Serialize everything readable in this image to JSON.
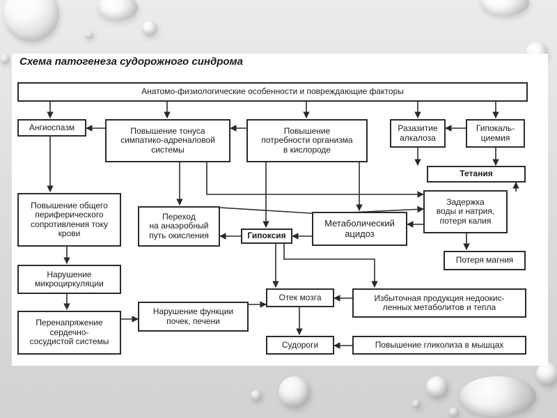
{
  "title": "Схема патогенеза судорожного синдрома",
  "nodes": {
    "top": "Анатомо-физиологические особенности и повреждающие факторы",
    "angiospasm": "Ангиоспазм",
    "sympathetic": "Повышение тонуса\nсимпатико-адреналовой\nсистемы",
    "oxygen_need": "Повышение\nпотребности организма\nв кислороде",
    "alkalosis": "Разазитие\nалкалоза",
    "hypocalcemia": "Гипокаль-\nциемия",
    "tetany": "Тетания",
    "resistance": "Повышение общего\nпериферического\nсопротивления току\nкрови",
    "anaerobic": "Переход\nна анаэробный\nпуть окисления",
    "hypoxia": "Гипоксия",
    "acidosis": "Метаболический\nацидоз",
    "water_retention": "Задержка\nводы и натрия,\nпотеря калия",
    "magnesium": "Потеря магния",
    "microcirculation": "Нарушение\nмикроциркуляции",
    "brain_edema": "Отек мозга",
    "metabolites": "Избыточная продукция недоокис-\nленных метаболитов и тепла",
    "overstrain": "Перенапряжение\nсердечно-\nсосудистой системы",
    "kidney": "Нарушение функции\nпочек, печени",
    "seizures": "Судороги",
    "glycolysis": "Повышение гликолиза в мышцах"
  }
}
